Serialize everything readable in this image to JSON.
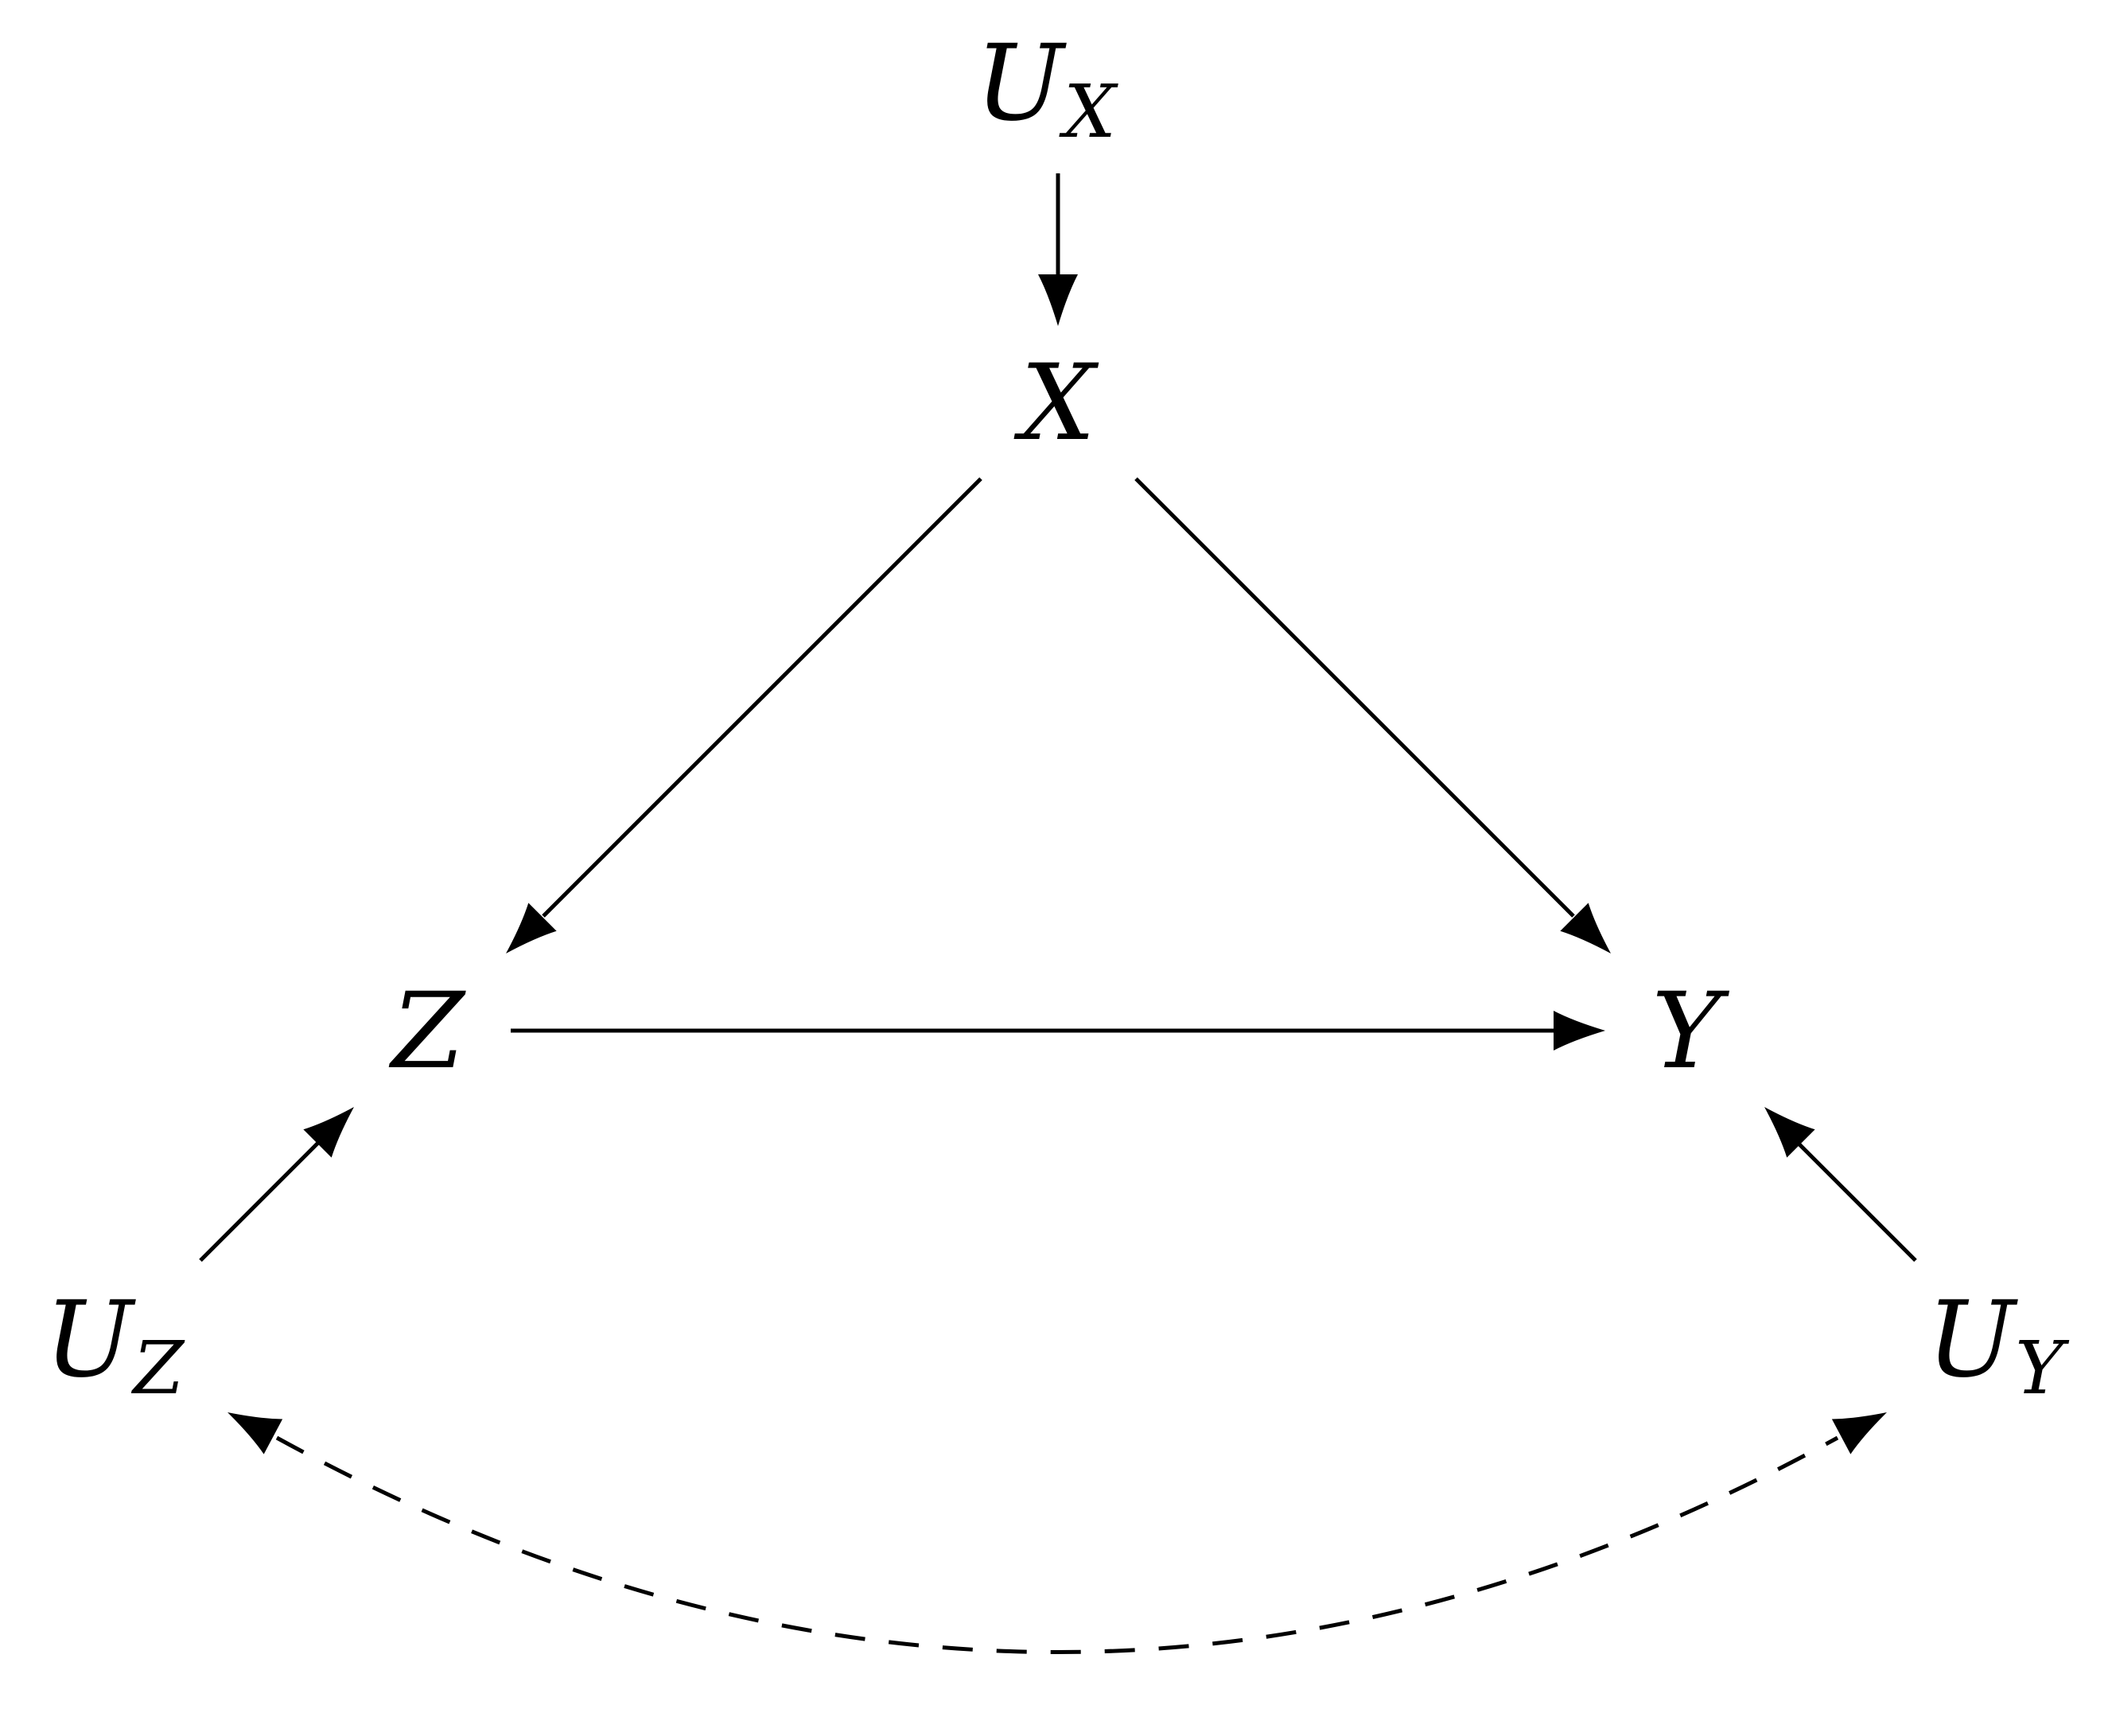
{
  "nodes": [
    {
      "id": "UX",
      "main": "U",
      "sub": "X"
    },
    {
      "id": "X",
      "main": "X",
      "sub": ""
    },
    {
      "id": "Z",
      "main": "Z",
      "sub": ""
    },
    {
      "id": "Y",
      "main": "Y",
      "sub": ""
    },
    {
      "id": "UZ",
      "main": "U",
      "sub": "Z"
    },
    {
      "id": "UY",
      "main": "U",
      "sub": "Y"
    }
  ],
  "edges": [
    {
      "from": "UX",
      "to": "X",
      "style": "solid",
      "direction": "forward"
    },
    {
      "from": "X",
      "to": "Z",
      "style": "solid",
      "direction": "forward"
    },
    {
      "from": "X",
      "to": "Y",
      "style": "solid",
      "direction": "forward"
    },
    {
      "from": "Z",
      "to": "Y",
      "style": "solid",
      "direction": "forward"
    },
    {
      "from": "UZ",
      "to": "Z",
      "style": "solid",
      "direction": "forward"
    },
    {
      "from": "UY",
      "to": "Y",
      "style": "solid",
      "direction": "forward"
    },
    {
      "from": "UZ",
      "to": "UY",
      "style": "dashed",
      "direction": "both"
    }
  ]
}
